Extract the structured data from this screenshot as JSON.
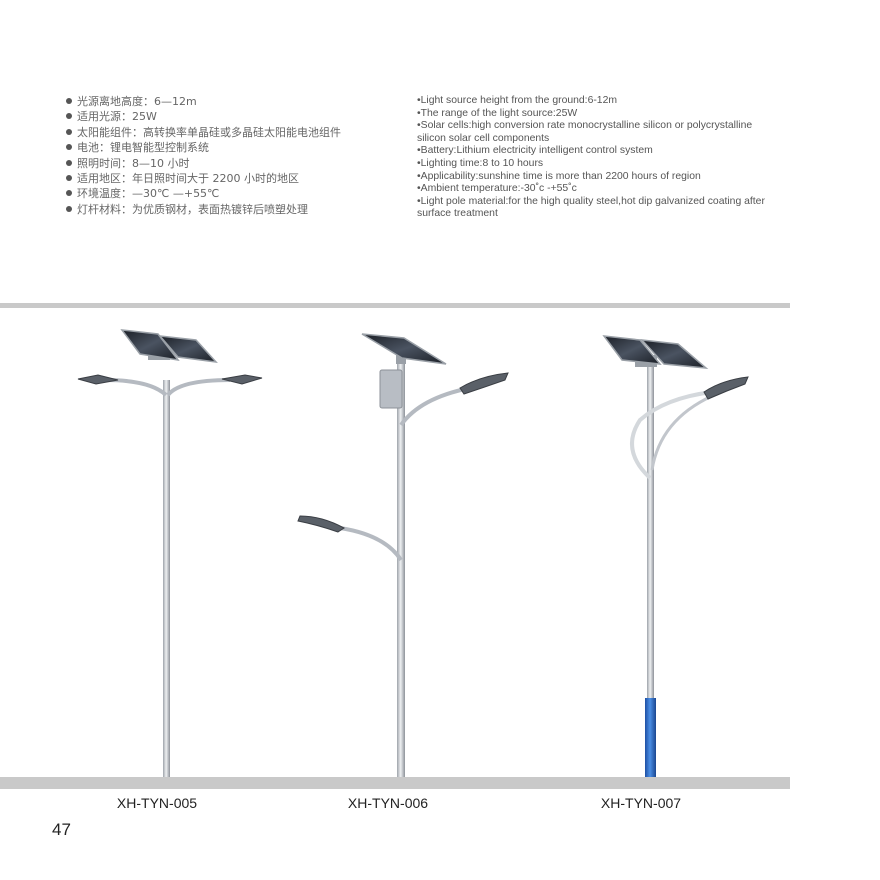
{
  "specs_cn": [
    "光源离地高度：6—12m",
    "适用光源：25W",
    "太阳能组件：高转换率单晶硅或多晶硅太阳能电池组件",
    "电池：锂电智能型控制系统",
    "照明时间：8—10 小时",
    "适用地区：年日照时间大于 2200 小时的地区",
    "环境温度：—30℃ —+55℃",
    "灯杆材料：为优质钢材，表面热镀锌后喷塑处理"
  ],
  "specs_en": [
    "•Light source height from the ground:6-12m",
    "•The range of the light source:25W",
    "•Solar cells:high conversion rate monocrystalline silicon or polycrystalline silicon solar cell components",
    "•Battery:Lithium electricity intelligent control system",
    "•Lighting time:8 to 10 hours",
    "•Applicability:sunshine time is more than 2200 hours of region",
    "•Ambient temperature:-30˚c -+55˚c",
    " •Light pole material:for the high quality steel,hot dip galvanized coating after surface treatment"
  ],
  "models": [
    "XH-TYN-005",
    "XH-TYN-006",
    "XH-TYN-007"
  ],
  "page_number": "47",
  "colors": {
    "pole": "#c8ccd2",
    "panel": "#2a2f38",
    "base_blue": "#2f6fc8",
    "rule": "#c9c9c9"
  }
}
